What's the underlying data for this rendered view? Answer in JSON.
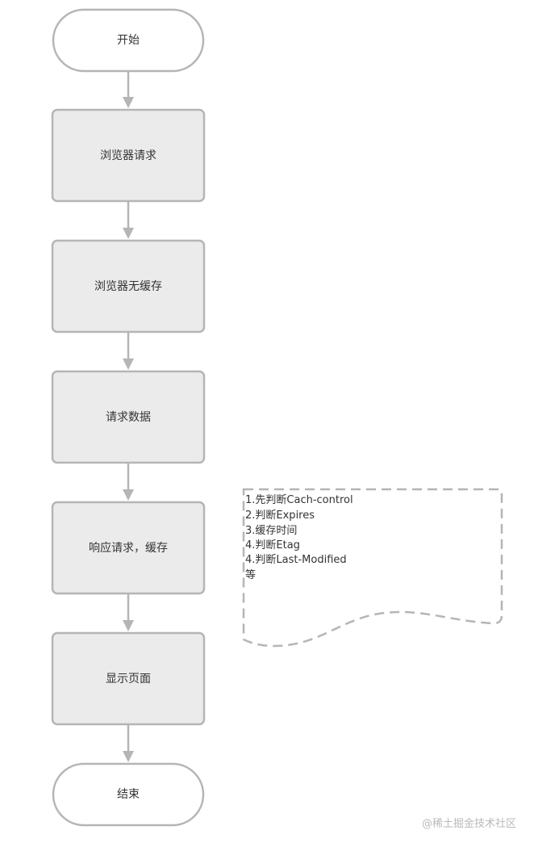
{
  "flowchart": {
    "start_label": "开始",
    "steps": [
      "浏览器请求",
      "浏览器无缓存",
      "请求数据",
      "响应请求，缓存",
      "显示页面"
    ],
    "end_label": "结束"
  },
  "note": {
    "lines": [
      "1.先判断Cach-control",
      "2.判断Expires",
      "3.缓存时间",
      "4.判断Etag",
      "4.判断Last-Modified",
      "等"
    ]
  },
  "watermark": "@稀土掘金技术社区",
  "colors": {
    "box_fill": "#ebebeb",
    "stroke": "#b5b5b5",
    "arrow": "#b5b5b5",
    "text": "#333333",
    "watermark": "#b9b9b9"
  }
}
